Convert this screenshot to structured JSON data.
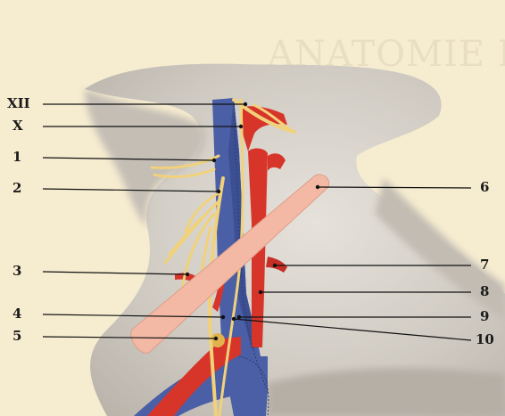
{
  "background_text": {
    "heading": "ANATOMIE DE SURFACE"
  },
  "labels": {
    "xii": "XII",
    "x": "X",
    "n1": "1",
    "n2": "2",
    "n3": "3",
    "n4": "4",
    "n5": "5",
    "n6": "6",
    "n7": "7",
    "n8": "8",
    "n9": "9",
    "n10": "10"
  },
  "colors": {
    "background": "#f6ecd0",
    "vein": "#4a5fa6",
    "artery": "#d8352a",
    "nerve": "#f1d27a",
    "muscle": "#f3b9a4"
  }
}
